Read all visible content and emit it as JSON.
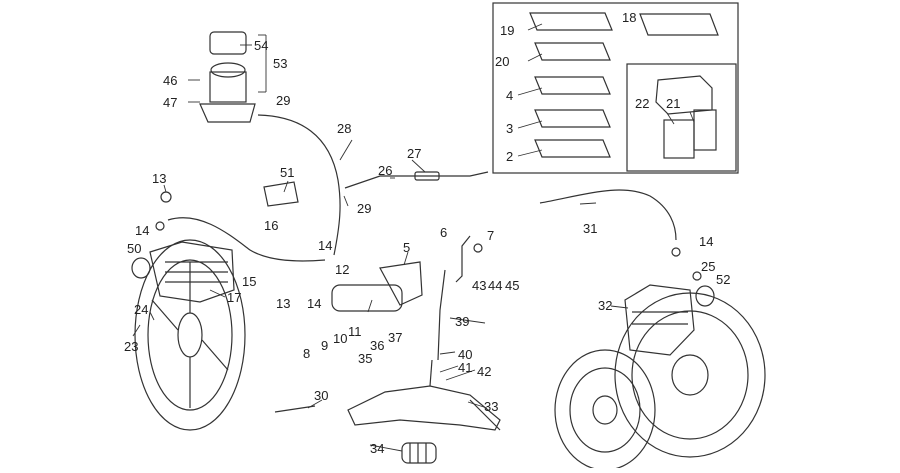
{
  "callouts": {
    "c2": "2",
    "c3": "3",
    "c4": "4",
    "c5": "5",
    "c6": "6",
    "c7": "7",
    "c8": "8",
    "c9": "9",
    "c10": "10",
    "c11": "11",
    "c12": "12",
    "c13a": "13",
    "c13b": "13",
    "c14a": "14",
    "c14b": "14",
    "c14c": "14",
    "c14d": "14",
    "c15": "15",
    "c16": "16",
    "c17": "17",
    "c18": "18",
    "c19": "19",
    "c20": "20",
    "c21": "21",
    "c22": "22",
    "c23": "23",
    "c24": "24",
    "c25": "25",
    "c26": "26",
    "c27": "27",
    "c28": "28",
    "c29a": "29",
    "c29b": "29",
    "c30": "30",
    "c31": "31",
    "c32": "32",
    "c33": "33",
    "c34": "34",
    "c35": "35",
    "c36": "36",
    "c37": "37",
    "c39": "39",
    "c40": "40",
    "c41": "41",
    "c42": "42",
    "c43": "43",
    "c44": "44",
    "c45": "45",
    "c46": "46",
    "c47": "47",
    "c50": "50",
    "c51": "51",
    "c52": "52",
    "c53": "53",
    "c54": "54"
  },
  "colors": {
    "ink": "#222222",
    "line": "#333333",
    "background": "#ffffff"
  }
}
